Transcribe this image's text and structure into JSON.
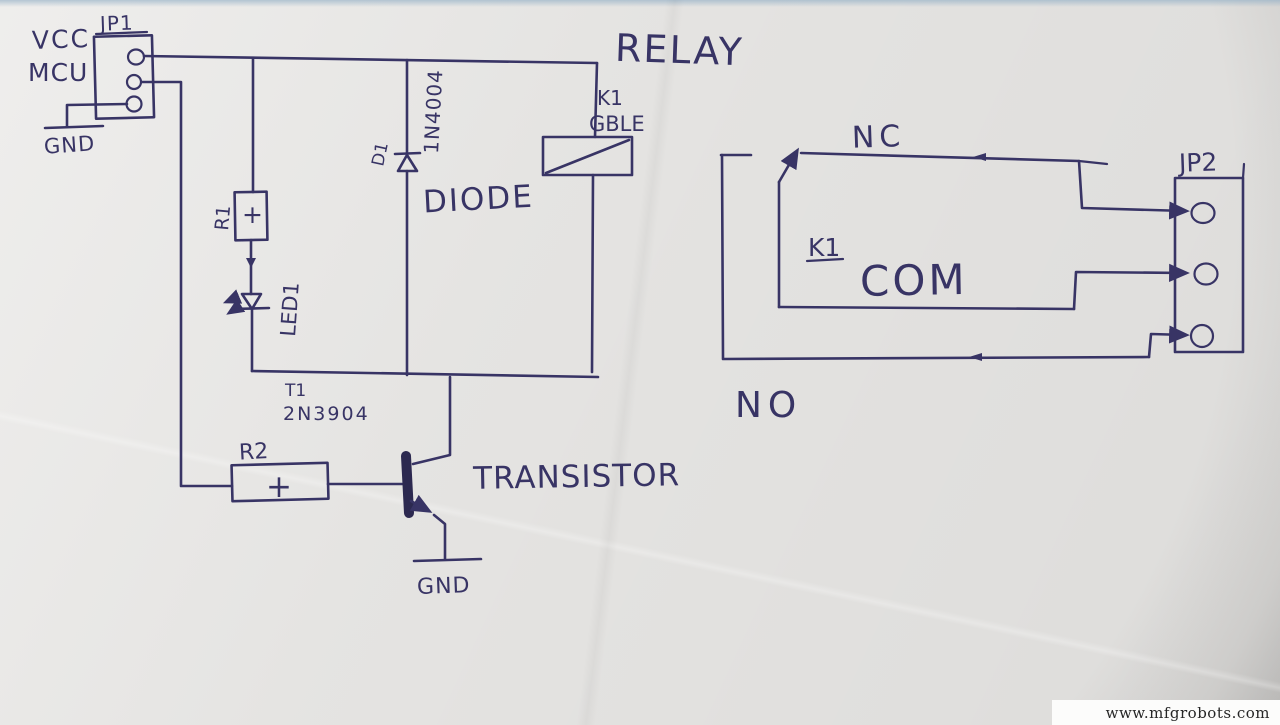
{
  "meta": {
    "description": "Hand-drawn relay driver circuit schematic on paper",
    "ink_color": "#383465",
    "paper_color": "#e9e8e6"
  },
  "left_circuit": {
    "vcc": "VCC",
    "mcu": "MCU",
    "jp1": "JP1",
    "gnd_top": "GND",
    "r1": {
      "ref": "R1",
      "plus": "+"
    },
    "led": {
      "ref": "LED1"
    },
    "diode": {
      "ref": "D1",
      "part": "1N4004",
      "caption": "DIODE"
    },
    "relay": {
      "caption": "RELAY",
      "ref": "K1",
      "part": "GBLE"
    },
    "r2": {
      "ref": "R2",
      "plus": "+"
    },
    "transistor": {
      "ref": "T1",
      "part": "2N3904",
      "caption": "TRANSISTOR"
    },
    "gnd_bottom": "GND"
  },
  "right_circuit": {
    "nc": "NC",
    "ref": "K1",
    "com": "COM",
    "no": "NO",
    "jp2": "JP2"
  },
  "footer": {
    "watermark": "www.mfgrobots.com"
  }
}
